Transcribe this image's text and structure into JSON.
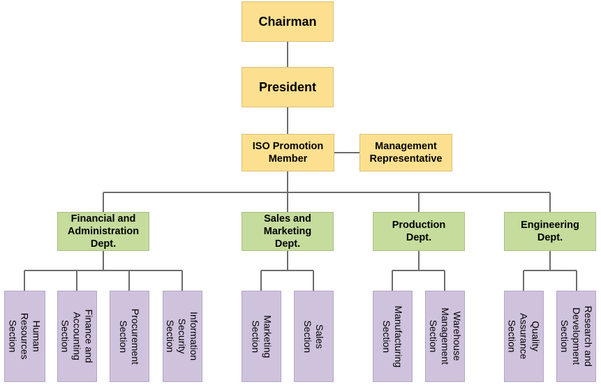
{
  "executive": {
    "chairman": "Chairman",
    "president": "President"
  },
  "iso": {
    "promotion_member": "ISO Promotion\nMember",
    "management_rep": "Management\nRepresentative"
  },
  "departments": {
    "financial": "Financial and\nAdministration\nDept.",
    "sales": "Sales and\nMarketing\nDept.",
    "production": "Production\nDept.",
    "engineering": "Engineering\nDept."
  },
  "sections": {
    "human_resources": "Human\nResources\nSection",
    "finance_accounting": "Finance and\nAccounting\nSection",
    "procurement": "Procurement\nSection",
    "information_security": "Information\nSecurity\nSection",
    "marketing": "Marketing\nSection",
    "sales": "Sales\nSection",
    "manufacturing": "Manufacturing\nSection",
    "warehouse": "Warehouse\nManagement\nSection",
    "quality_assurance": "Quality\nAssurance\nSection",
    "research_development": "Research and\nDevelopment\nSection"
  },
  "colors": {
    "executive_fill": "#fce08f",
    "department_fill": "#c5dc9c",
    "section_fill": "#cfc2dd",
    "connector": "#6b6b6b"
  }
}
